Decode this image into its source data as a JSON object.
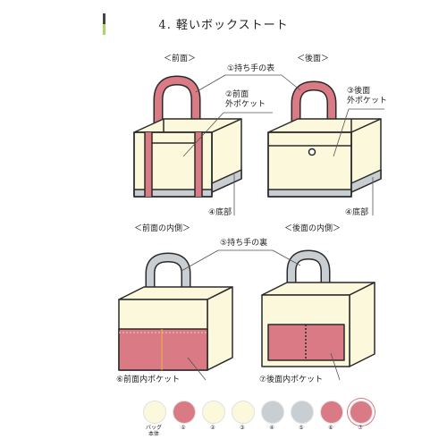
{
  "title": "4. 軽いボックストート",
  "colors": {
    "accent_top": "#444444",
    "accent_bottom": "#a6d86a",
    "cream": "#fbf8dc",
    "pink": "#d97a85",
    "gray": "#c9ced3",
    "outline": "#2a2a2a"
  },
  "views": {
    "front": {
      "header": "＜前面＞"
    },
    "back": {
      "header": "＜後面＞"
    },
    "front_inside": {
      "header": "＜前面の内側＞"
    },
    "back_inside": {
      "header": "＜後面の内側＞"
    }
  },
  "callouts": {
    "handle_outer": "①持ち手の表",
    "front_pocket": "②前面\n外ポケット",
    "back_pocket": "③後面\n外ポケット",
    "bottom_front": "④底部",
    "bottom_back": "④底部",
    "handle_inner": "⑤持ち手の裏",
    "front_inner_pocket": "⑥前面内ポケット",
    "back_inner_pocket": "⑦後面内ポケット"
  },
  "swatches": [
    {
      "label": "バッグ\n本体",
      "color": "#fbf8dc"
    },
    {
      "label": "①",
      "color": "#d97a85"
    },
    {
      "label": "②",
      "color": "#fbf8dc"
    },
    {
      "label": "③",
      "color": "#fbf8dc"
    },
    {
      "label": "④",
      "color": "#c9ced3"
    },
    {
      "label": "⑤",
      "color": "#c9ced3"
    },
    {
      "label": "⑥",
      "color": "#d97a85"
    },
    {
      "label": "⑦",
      "color": "#d97a85"
    }
  ]
}
